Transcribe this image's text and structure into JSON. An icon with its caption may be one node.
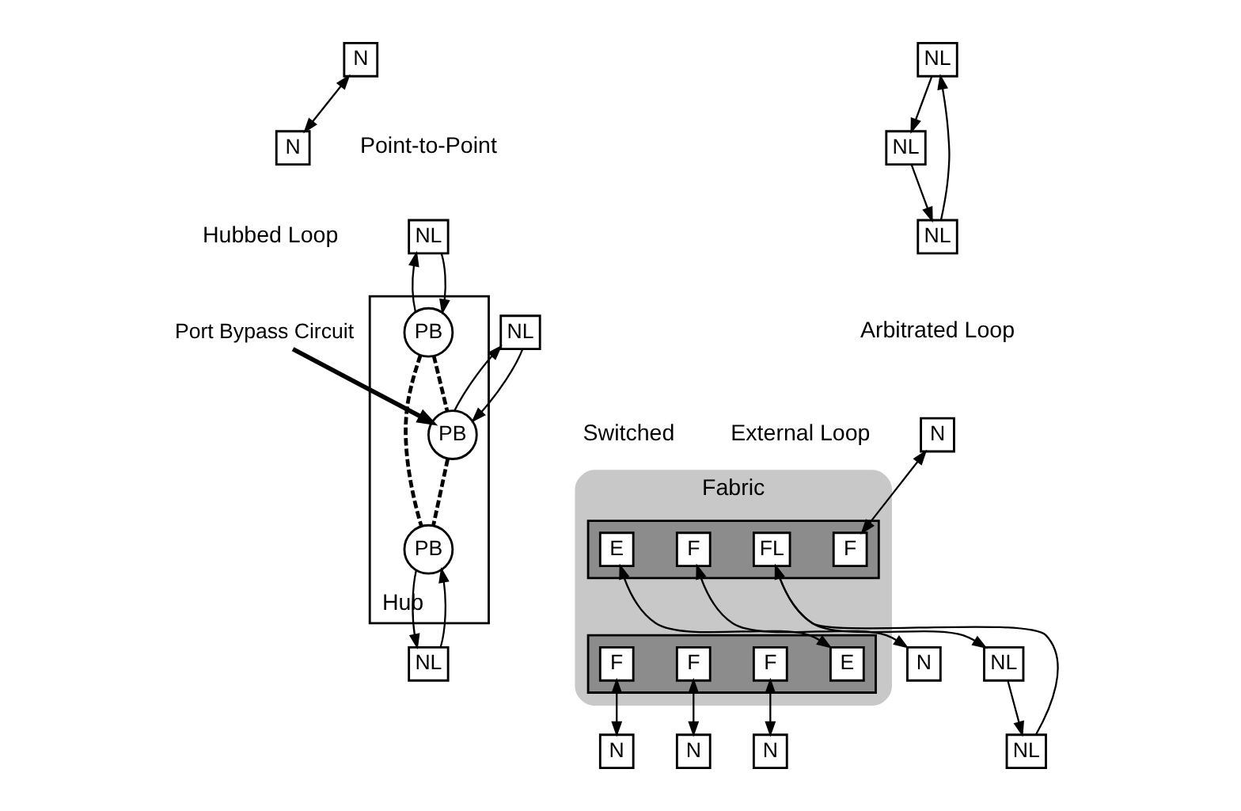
{
  "diagram": {
    "nodes": [
      {
        "text": [
          "N"
        ]
      },
      {
        "text": [
          "N"
        ]
      },
      {
        "text": [
          "NL"
        ]
      },
      {
        "text": [
          "NL"
        ]
      },
      {
        "text": [
          "NL"
        ]
      },
      {
        "text": [
          "NL"
        ]
      },
      {
        "text": [
          "NL"
        ]
      },
      {
        "text": [
          "Hub"
        ]
      },
      {
        "text": [
          "PB"
        ],
        "in": 7
      },
      {
        "text": [
          "PB"
        ],
        "in": 7
      },
      {
        "text": [
          "PB"
        ],
        "in": 7
      },
      {
        "text": [
          "NL"
        ]
      },
      {
        "text": [
          "Port Bypass Circuit"
        ]
      },
      {
        "text": [
          "N"
        ]
      },
      {
        "text": [
          "NL"
        ]
      },
      {
        "text": [
          "Fabric"
        ]
      },
      {
        "text": [],
        "shape": "box",
        "in": 15
      },
      {
        "text": [
          "F"
        ],
        "in": 16
      },
      {
        "text": [
          "FL"
        ],
        "in": 16
      },
      {
        "text": [
          "F"
        ],
        "in": 16
      },
      {
        "text": [
          "E"
        ],
        "in": 16
      },
      {
        "text": [
          "NL"
        ]
      },
      {
        "text": [
          "N"
        ]
      },
      {
        "text": [],
        "shape": "box",
        "in": 15
      },
      {
        "text": [
          "E"
        ],
        "in": 23
      },
      {
        "text": [
          "F"
        ],
        "in": 23
      },
      {
        "text": [
          "F"
        ],
        "in": 23
      },
      {
        "text": [
          "F"
        ],
        "in": 23
      },
      {
        "text": [
          "N"
        ]
      },
      {
        "text": [
          "N"
        ]
      },
      {
        "text": [
          "N"
        ]
      }
    ],
    "edges": [
      {
        "from": 0,
        "to": 1,
        "arrow": "both"
      },
      {
        "from": 2,
        "to": 3,
        "arrow": "to"
      },
      {
        "from": 3,
        "to": 4,
        "arrow": "to"
      },
      {
        "from": 4,
        "to": 2,
        "arrow": "to"
      },
      {
        "from": 5,
        "to": 8,
        "arrow": "to"
      },
      {
        "from": 8,
        "to": 5,
        "arrow": "to"
      },
      {
        "from": 6,
        "to": 9,
        "arrow": "to"
      },
      {
        "from": 9,
        "to": 6,
        "arrow": "to"
      },
      {
        "from": 8,
        "to": 9,
        "arrow": "none",
        "style": "dashed"
      },
      {
        "from": 9,
        "to": 10,
        "arrow": "none",
        "style": "dashed"
      },
      {
        "from": 8,
        "to": 10,
        "arrow": "none",
        "style": "dashed"
      },
      {
        "from": 10,
        "to": 11,
        "arrow": "to"
      },
      {
        "from": 11,
        "to": 10,
        "arrow": "to"
      },
      {
        "from": 12,
        "to": 9,
        "arrow": "to",
        "style": "thick"
      },
      {
        "from": 13,
        "to": 17,
        "arrow": "both"
      },
      {
        "from": 18,
        "to": 14,
        "arrow": "to"
      },
      {
        "from": 14,
        "to": 21,
        "arrow": "to"
      },
      {
        "from": 21,
        "to": 18,
        "arrow": "to"
      },
      {
        "from": 19,
        "to": 28,
        "arrow": "both"
      },
      {
        "from": 20,
        "to": 24,
        "arrow": "both"
      },
      {
        "from": 25,
        "to": 22,
        "arrow": "both"
      },
      {
        "from": 26,
        "to": 29,
        "arrow": "both"
      },
      {
        "from": 27,
        "to": 30,
        "arrow": "both"
      }
    ],
    "labels": [
      "Point-to-Point",
      "Arbitrated Loop",
      "External Loop",
      "Hubbed Loop",
      "Switched"
    ]
  }
}
